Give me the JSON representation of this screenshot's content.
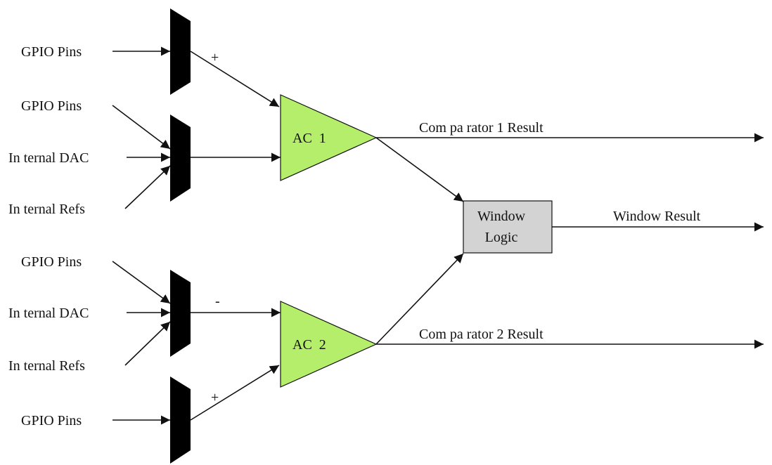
{
  "colors": {
    "comparator_fill": "#b5ee6b",
    "window_logic_fill": "#d3d3d3",
    "line": "#111111",
    "mux": "#000000"
  },
  "inputs": {
    "ac1_pos_gpio": "GPIO Pins",
    "ac1_neg_gpio": "GPIO Pins",
    "ac1_neg_dac": "In ternal DAC",
    "ac1_neg_refs": "In ternal Refs",
    "ac2_neg_gpio": "GPIO Pins",
    "ac2_neg_dac": "In ternal DAC",
    "ac2_neg_refs": "In ternal Refs",
    "ac2_pos_gpio": "GPIO Pins"
  },
  "polarity": {
    "ac1_pos": "+",
    "ac2_neg": "-",
    "ac2_pos": "+"
  },
  "comparators": {
    "ac1": "AC  1",
    "ac2": "AC  2"
  },
  "window_logic": {
    "line1": "Window",
    "line2": "Logic"
  },
  "outputs": {
    "comparator1_result": "Com pa rator 1 Result",
    "window_result": "Window Result",
    "comparator2_result": "Com pa rator 2 Result"
  }
}
